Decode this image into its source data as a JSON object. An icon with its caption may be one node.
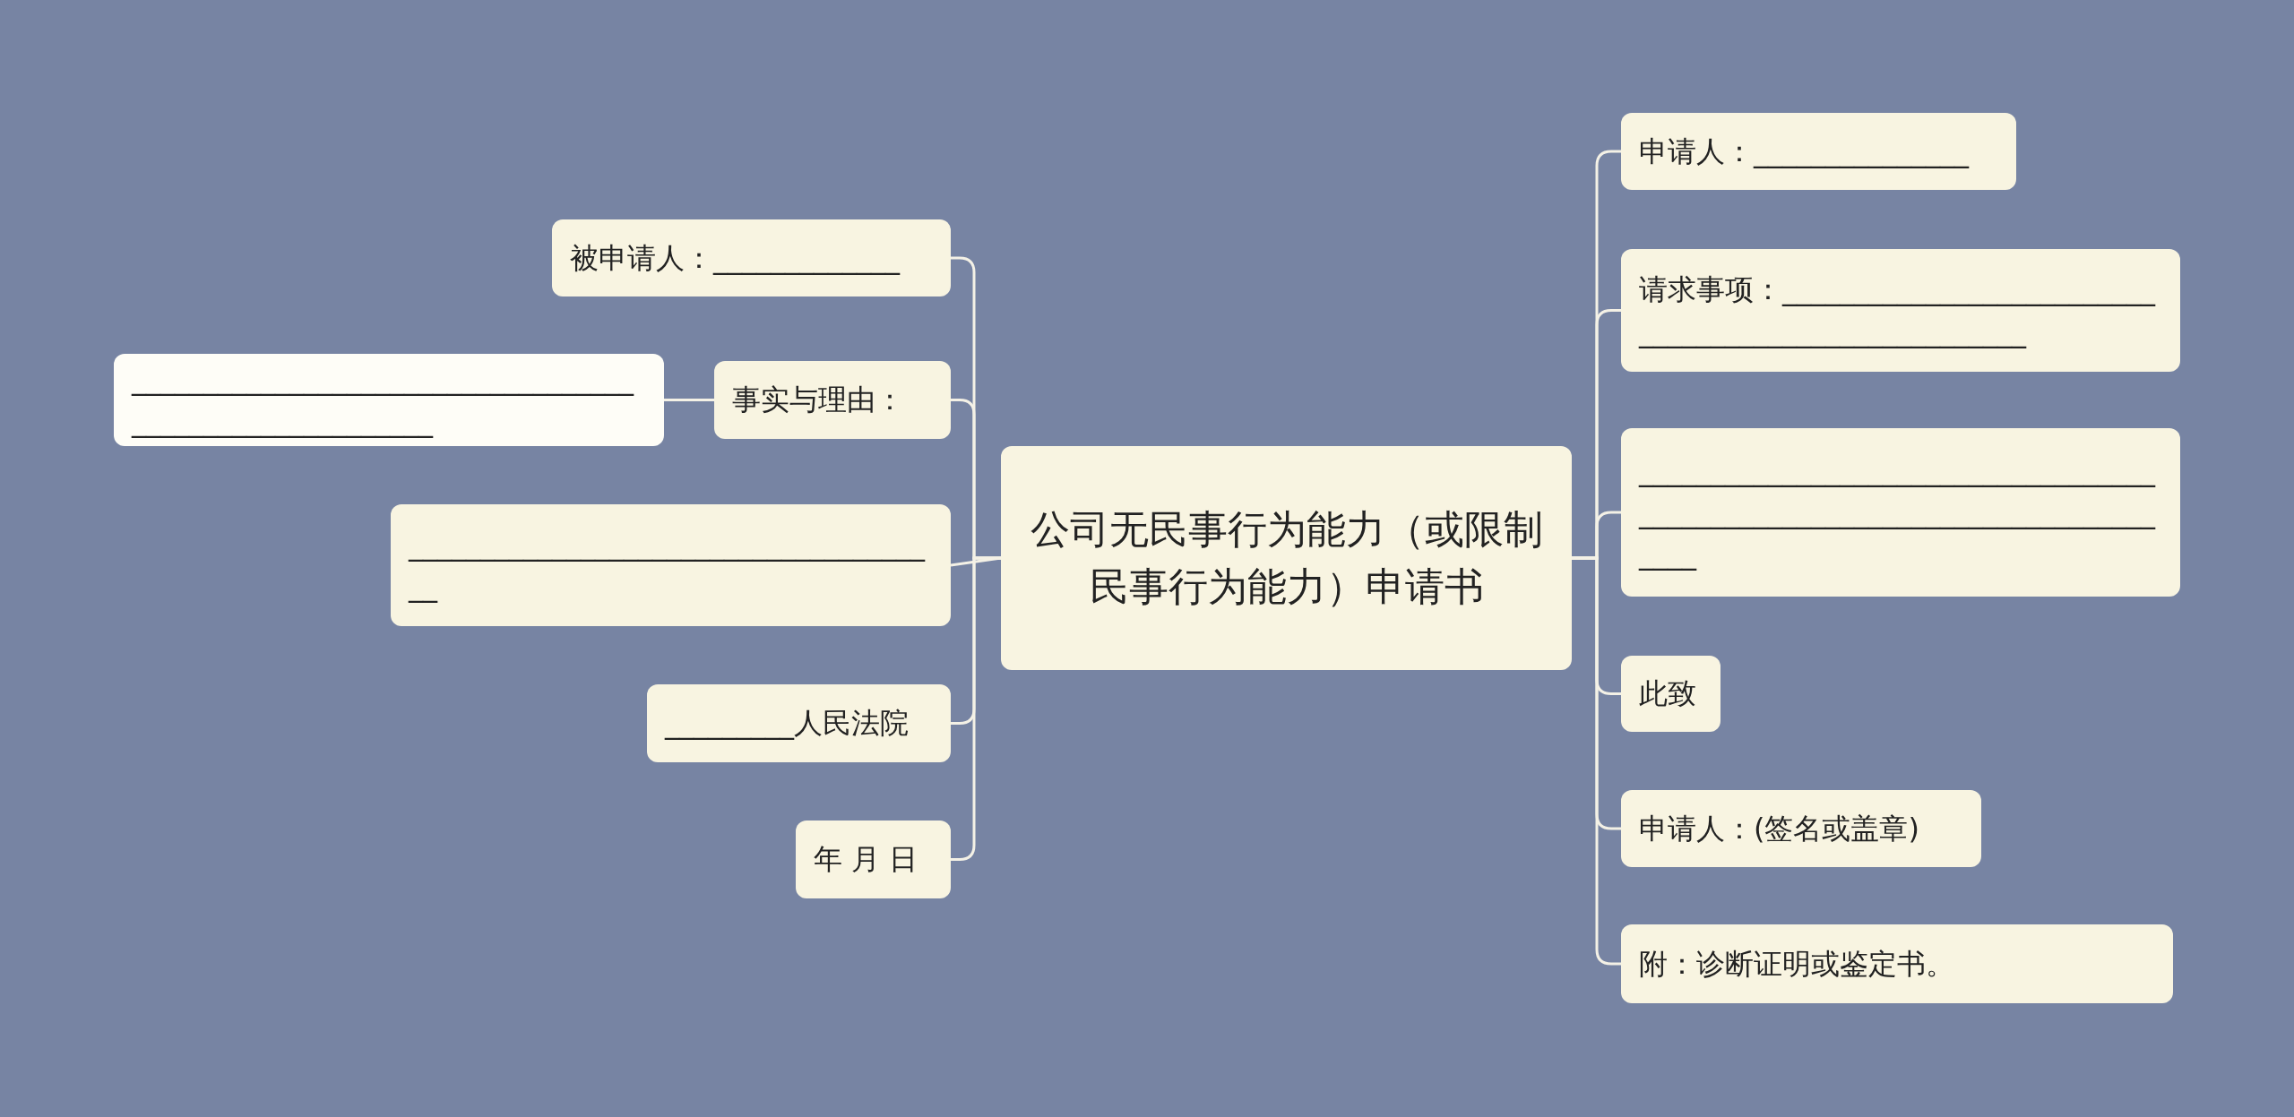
{
  "diagram": {
    "nodes": [
      {
        "text": [
          "公司无民事行为能力（或限制民事行为能力）申请书"
        ]
      },
      {
        "text": [
          "被申请人：_____________"
        ]
      },
      {
        "text": [
          "事实与理由："
        ]
      },
      {
        "text": [
          "________________________________________________________"
        ]
      },
      {
        "text": [
          "______________________________________"
        ]
      },
      {
        "text": [
          "_________人民法院"
        ]
      },
      {
        "text": [
          "年 月 日"
        ]
      },
      {
        "text": [
          "申请人：_______________"
        ]
      },
      {
        "text": [
          "请求事项：_____________________________________________________"
        ]
      },
      {
        "text": [
          "____________________________________________________________________________"
        ]
      },
      {
        "text": [
          "此致"
        ]
      },
      {
        "text": [
          "申请人：(签名或盖章)"
        ]
      },
      {
        "text": [
          "附：诊断证明或鉴定书。"
        ]
      }
    ],
    "edges": [
      {
        "from": 0,
        "to": 1,
        "arrow": "none"
      },
      {
        "from": 0,
        "to": 2,
        "arrow": "none"
      },
      {
        "from": 2,
        "to": 3,
        "arrow": "none"
      },
      {
        "from": 0,
        "to": 4,
        "arrow": "none"
      },
      {
        "from": 0,
        "to": 5,
        "arrow": "none"
      },
      {
        "from": 0,
        "to": 6,
        "arrow": "none"
      },
      {
        "from": 0,
        "to": 7,
        "arrow": "none"
      },
      {
        "from": 0,
        "to": 8,
        "arrow": "none"
      },
      {
        "from": 0,
        "to": 9,
        "arrow": "none"
      },
      {
        "from": 0,
        "to": 10,
        "arrow": "none"
      },
      {
        "from": 0,
        "to": 11,
        "arrow": "none"
      },
      {
        "from": 0,
        "to": 12,
        "arrow": "none"
      }
    ]
  }
}
